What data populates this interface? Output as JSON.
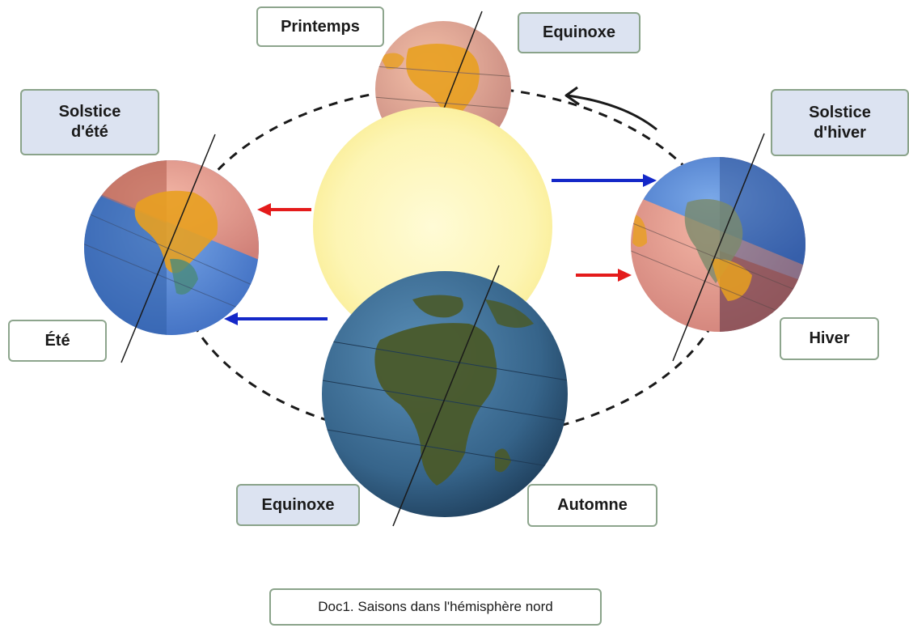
{
  "labels": {
    "printemps": "Printemps",
    "equinoxe_top": "Equinoxe",
    "solstice_ete": "Solstice\nd'été",
    "solstice_hiver": "Solstice\nd'hiver",
    "ete": "Été",
    "hiver": "Hiver",
    "equinoxe_bottom": "Equinoxe",
    "automne": "Automne"
  },
  "caption": "Doc1. Saisons dans l'hémisphère nord",
  "colors": {
    "sun": "#fdf6b8",
    "orbit": "#1a1a1a",
    "sun_ray_red": "#e41b1b",
    "sun_ray_blue": "#1428c8",
    "ocean_lit": "#e9a898",
    "land_lit": "#e8a020",
    "ocean_dark": "#3b6a96",
    "land_dark": "#4a5a2a"
  }
}
